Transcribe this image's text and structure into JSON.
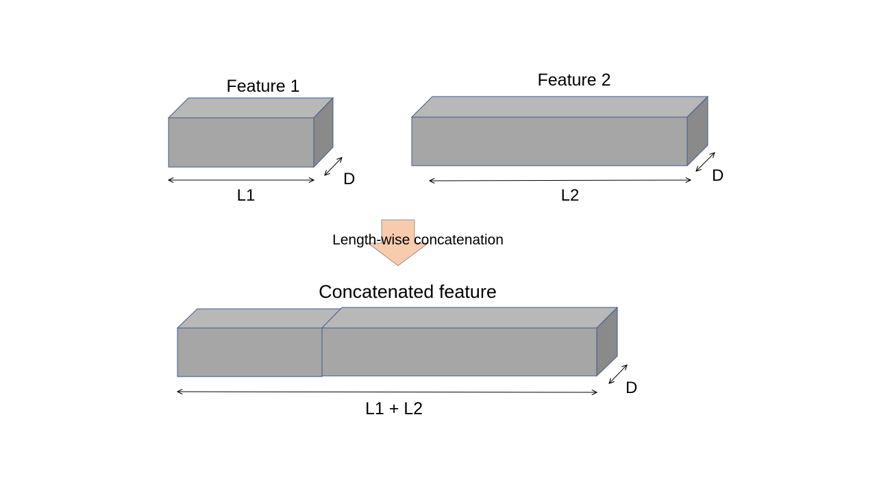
{
  "labels": {
    "feature1_title": "Feature 1",
    "feature2_title": "Feature 2",
    "concat_title": "Concatenated feature",
    "operation": "Length-wise concatenation",
    "l1": "L1",
    "l2": "L2",
    "l1_plus_l2": "L1 + L2",
    "depth1": "D",
    "depth2": "D",
    "depth3": "D"
  },
  "colors": {
    "box_front": "#a6a6a6",
    "box_top": "#b8b8b8",
    "box_side": "#8a8a8a",
    "box_outline": "#3e5b8a",
    "arrow_fill": "#f8cbad",
    "arrow_outline": "#7f7f7f"
  }
}
